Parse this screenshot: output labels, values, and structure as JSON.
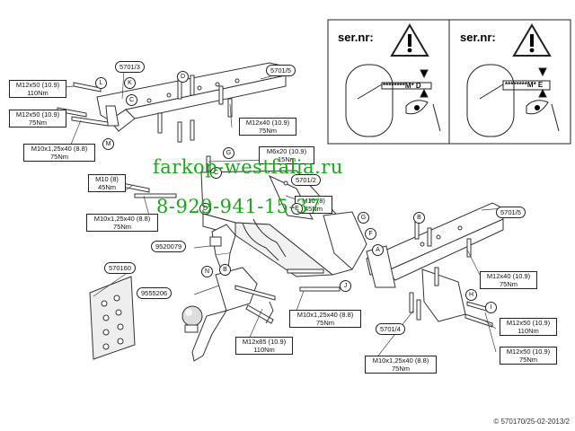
{
  "warning_panels": [
    {
      "title": "ser.nr:",
      "code": "********M* D"
    },
    {
      "title": "ser.nr:",
      "code": "********M* E"
    }
  ],
  "watermark": {
    "line1": "farkop-westfalia.ru",
    "line2": "8-929-941-15-37",
    "color": "#1aa51a"
  },
  "part_numbers": {
    "frame_left": "5701/3",
    "frame_top": "5701/5",
    "frame_right": "5701/5",
    "bracket_mid": "5701/2",
    "bracket_low": "5701/4",
    "socket": "9520079",
    "ball": "9555206",
    "plate": "570160"
  },
  "bolt_specs": {
    "top_left_1": {
      "size": "M12x50 (10.9)",
      "torque": "110Nm"
    },
    "top_left_2": {
      "size": "M12x50 (10.9)",
      "torque": "75Nm"
    },
    "mid_left": {
      "size": "M10x1,25x40 (8.8)",
      "torque": "75Nm"
    },
    "top_center": {
      "size": "M12x40 (10.9)",
      "torque": "75Nm"
    },
    "center_small": {
      "size": "M6x20 (10.9)",
      "torque": "15Nm"
    },
    "left_m10": {
      "size": "M10 (8)",
      "torque": "45Nm"
    },
    "left_m10x125": {
      "size": "M10x1,25x40 (8.8)",
      "torque": "75Nm"
    },
    "center_m10": {
      "size": "M10 (8)",
      "torque": "45Nm"
    },
    "right_m12x40": {
      "size": "M12x40 (10.9)",
      "torque": "75Nm"
    },
    "right_m12x50_1": {
      "size": "M12x50 (10.9)",
      "torque": "110Nm"
    },
    "right_m12x50_2": {
      "size": "M12x50 (10.9)",
      "torque": "75Nm"
    },
    "bottom_center": {
      "size": "M10x1,25x40 (8.8)",
      "torque": "75Nm"
    },
    "bottom_ball": {
      "size": "M12x85 (10.9)",
      "torque": "110Nm"
    },
    "bottom_right": {
      "size": "M10x1,25x40 (8.8)",
      "torque": "75Nm"
    }
  },
  "letters": {
    "L": "L",
    "K": "K",
    "D": "D",
    "M": "M",
    "C": "C",
    "G": "G",
    "E": "E",
    "B": "B",
    "N": "N",
    "F": "F",
    "A": "A",
    "J": "J",
    "H": "H",
    "I": "I"
  },
  "copyright": "© 570170/25-02-2013/2"
}
